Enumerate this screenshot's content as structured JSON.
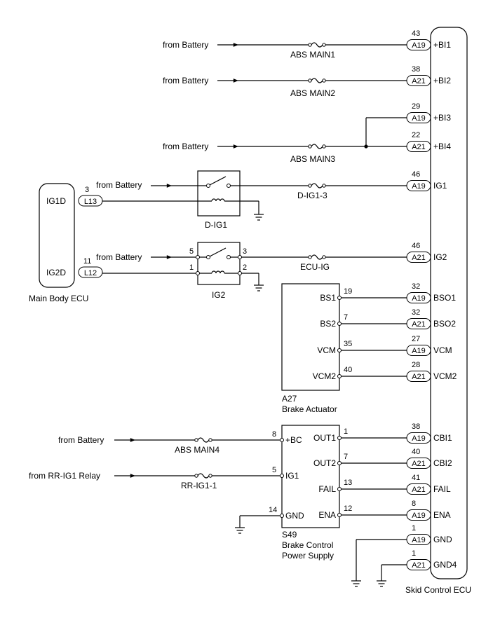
{
  "skid_ecu": {
    "title": "Skid Control ECU",
    "pins": [
      {
        "num": "43",
        "conn": "A19",
        "name": "+BI1"
      },
      {
        "num": "38",
        "conn": "A21",
        "name": "+BI2"
      },
      {
        "num": "29",
        "conn": "A19",
        "name": "+BI3"
      },
      {
        "num": "22",
        "conn": "A21",
        "name": "+BI4"
      },
      {
        "num": "46",
        "conn": "A19",
        "name": "IG1"
      },
      {
        "num": "46",
        "conn": "A21",
        "name": "IG2"
      },
      {
        "num": "32",
        "conn": "A19",
        "name": "BSO1"
      },
      {
        "num": "32",
        "conn": "A21",
        "name": "BSO2"
      },
      {
        "num": "27",
        "conn": "A19",
        "name": "VCM"
      },
      {
        "num": "28",
        "conn": "A21",
        "name": "VCM2"
      },
      {
        "num": "38",
        "conn": "A19",
        "name": "CBI1"
      },
      {
        "num": "40",
        "conn": "A21",
        "name": "CBI2"
      },
      {
        "num": "41",
        "conn": "A21",
        "name": "FAIL"
      },
      {
        "num": "8",
        "conn": "A19",
        "name": "ENA"
      },
      {
        "num": "1",
        "conn": "A19",
        "name": "GND"
      },
      {
        "num": "1",
        "conn": "A21",
        "name": "GND4"
      }
    ]
  },
  "sources": {
    "battery": "from Battery",
    "rr_ig1_relay": "from RR-IG1 Relay"
  },
  "fuses": {
    "abs_main1": "ABS MAIN1",
    "abs_main2": "ABS MAIN2",
    "abs_main3": "ABS MAIN3",
    "d_ig1_3": "D-IG1-3",
    "ecu_ig": "ECU-IG",
    "abs_main4": "ABS MAIN4",
    "rr_ig1_1": "RR-IG1-1"
  },
  "relays": {
    "d_ig1": "D-IG1",
    "ig2": "IG2",
    "ig2_pins": [
      "5",
      "3",
      "1",
      "2"
    ]
  },
  "main_body_ecu": {
    "title": "Main Body ECU",
    "pins": [
      {
        "num": "3",
        "conn": "L13",
        "name": "IG1D"
      },
      {
        "num": "11",
        "conn": "L12",
        "name": "IG2D"
      }
    ]
  },
  "brake_actuator": {
    "code": "A27",
    "title": "Brake Actuator",
    "pins": [
      {
        "name": "BS1",
        "num": "19"
      },
      {
        "name": "BS2",
        "num": "7"
      },
      {
        "name": "VCM",
        "num": "35"
      },
      {
        "name": "VCM2",
        "num": "40"
      }
    ]
  },
  "brake_power": {
    "code": "S49",
    "title_line1": "Brake Control",
    "title_line2": "Power Supply",
    "left_pins": [
      {
        "num": "8",
        "name": "+BC"
      },
      {
        "num": "5",
        "name": "IG1"
      },
      {
        "num": "14",
        "name": "GND"
      }
    ],
    "right_pins": [
      {
        "name": "OUT1",
        "num": "1"
      },
      {
        "name": "OUT2",
        "num": "7"
      },
      {
        "name": "FAIL",
        "num": "13"
      },
      {
        "name": "ENA",
        "num": "12"
      }
    ]
  }
}
